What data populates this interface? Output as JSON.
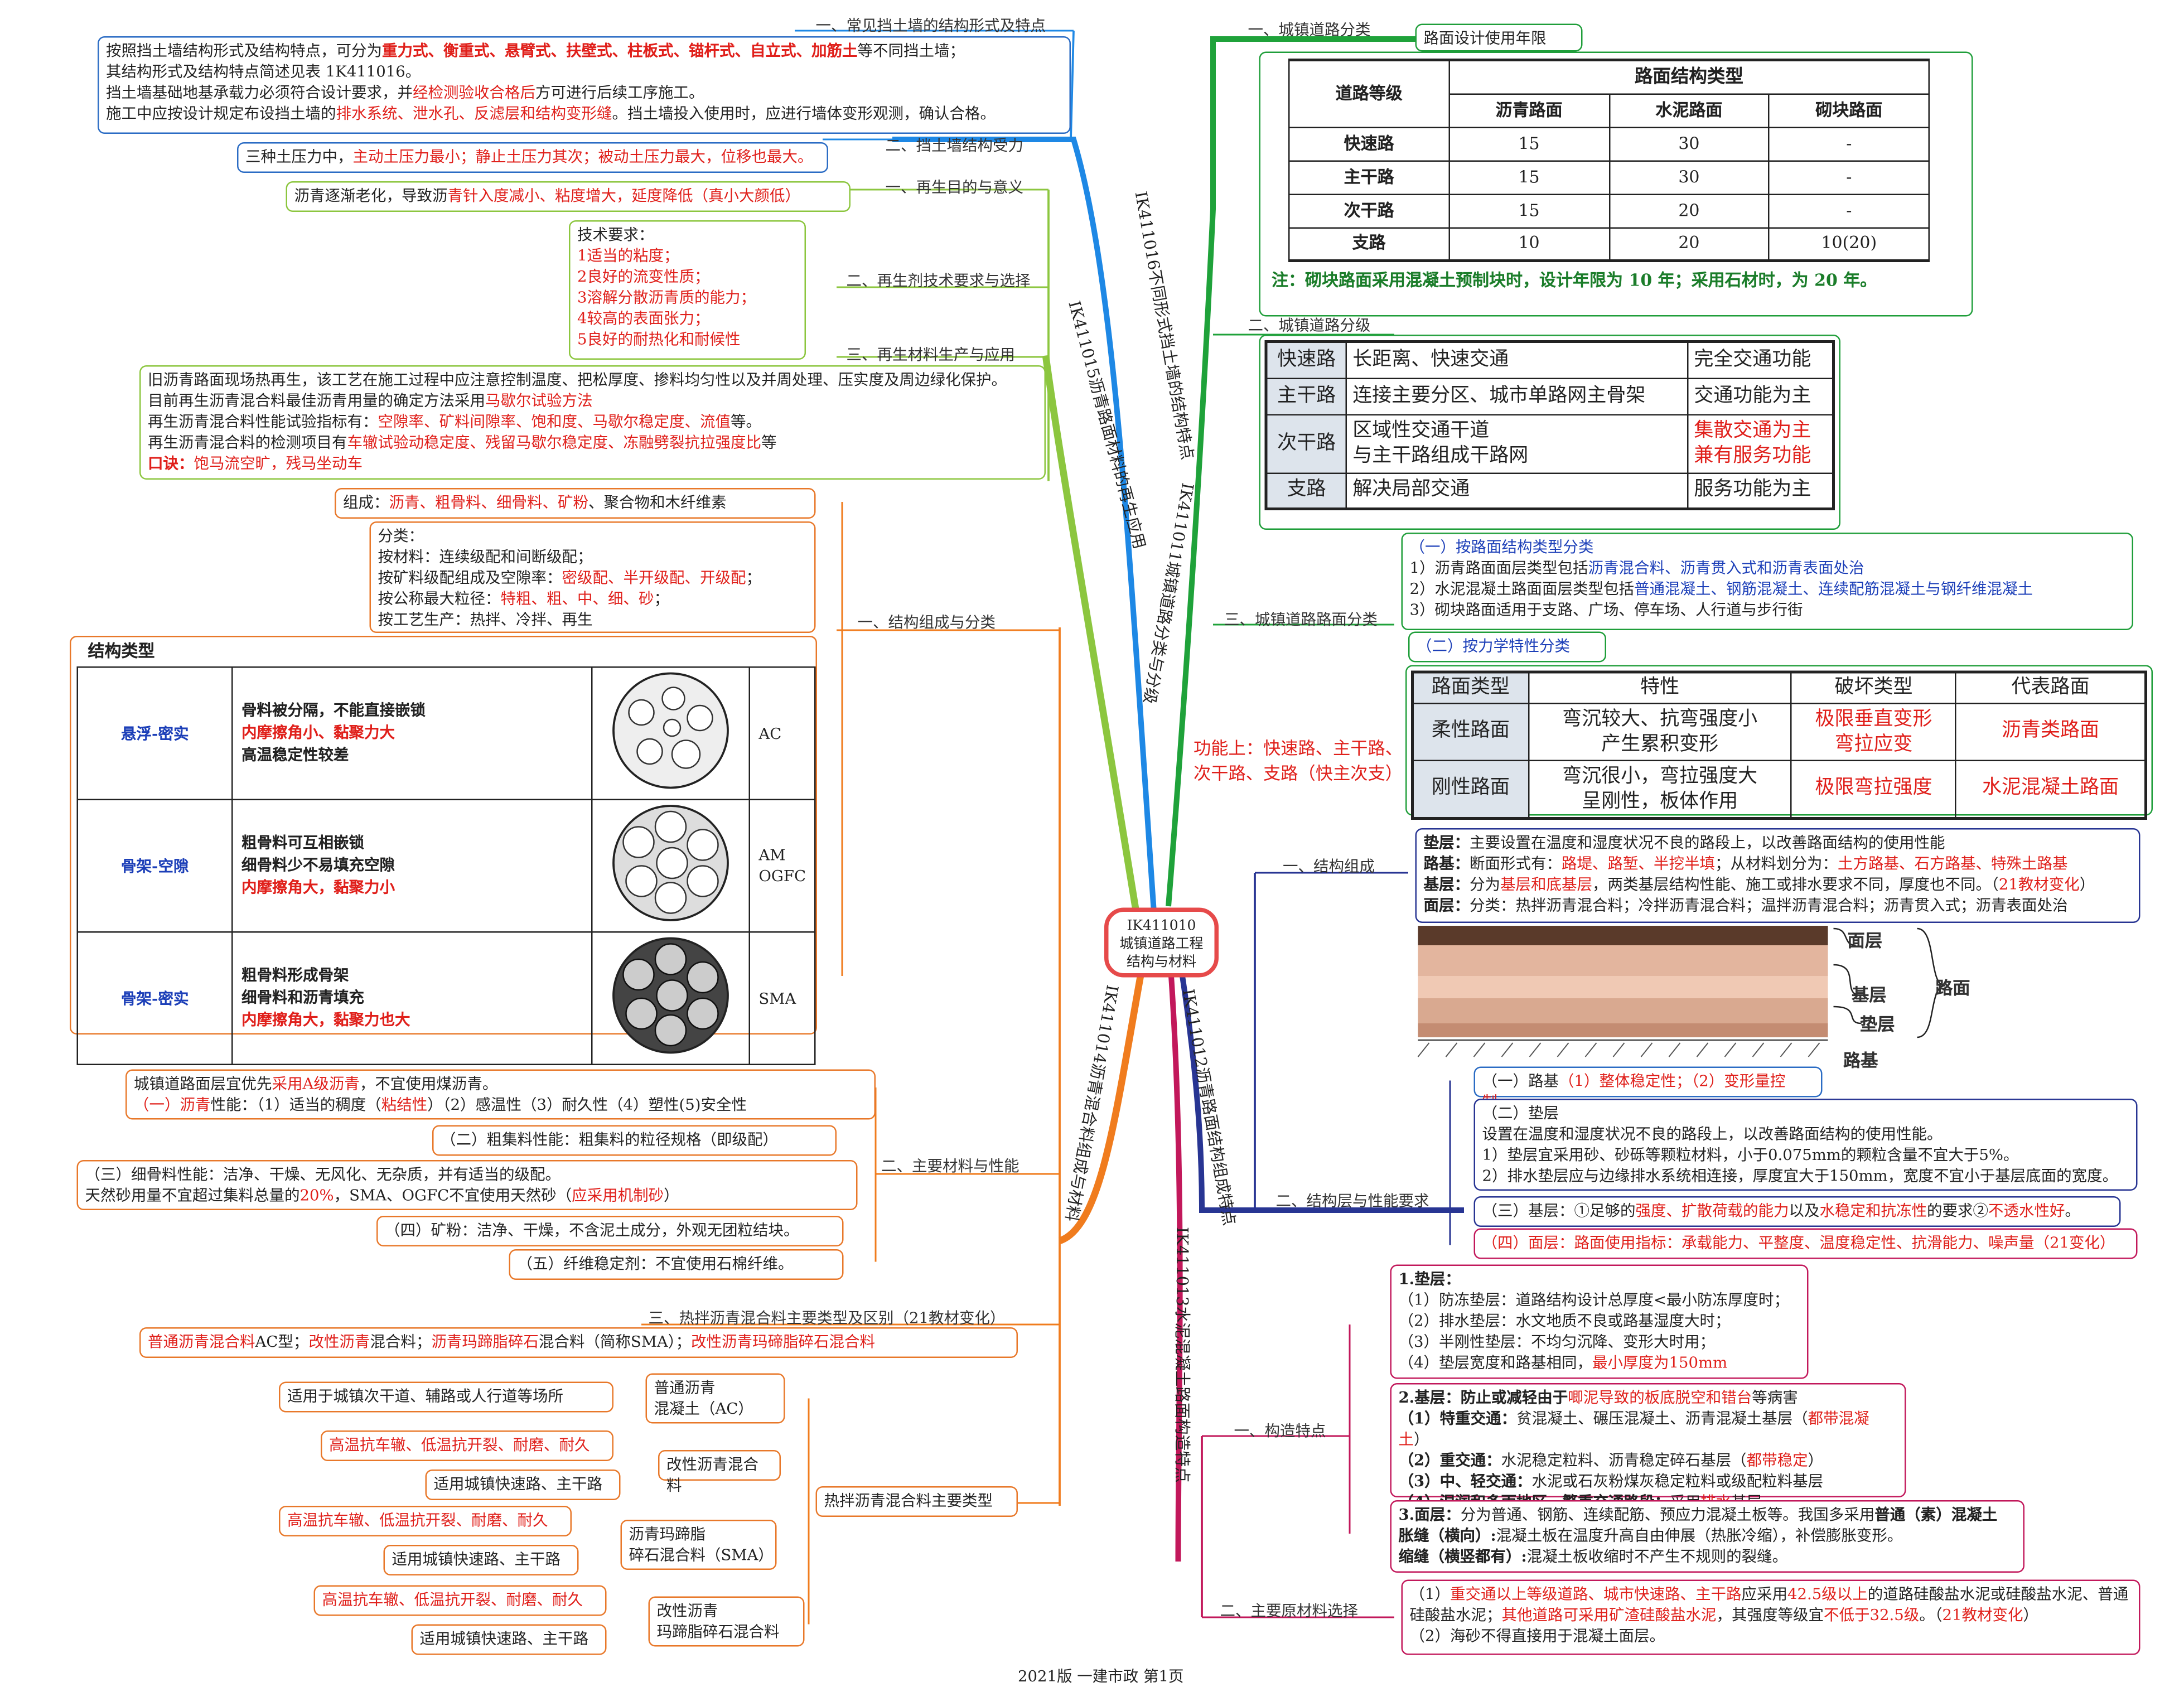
{
  "center": {
    "l1": "IK411010",
    "l2": "城镇道路工程",
    "l3": "结构与材料"
  },
  "branch_titles": {
    "b16": "IK411016不同形式挡土墙的结构特点",
    "b15": "IK411015沥青路面材料的再生应用",
    "b14": "IK411014沥青混合料组成与材料",
    "b11": "IK411011城镇道路分类与分级",
    "b12": "IK411012沥青路面结构组成特点",
    "b13": "IK411013水泥混凝土路面构造特点"
  },
  "left": {
    "s1_label": "一、常见挡土墙的结构形式及特点",
    "s1_box": [
      "按照挡土墙结构形式及结构特点，可分为",
      "重力式、衡重式、悬臂式、扶壁式、柱板式、锚杆式、自立式、加筋土",
      "等不同挡土墙；",
      "其结构形式及结构特点简述见表 1K411016。",
      "挡土墙基础地基承载力必须符合设计要求，并",
      "经检测验收合格后",
      "方可进行后续工序施工。",
      "施工中应按设计规定布设挡土墙的",
      "排水系统、泄水孔、反滤层和结构变形缝",
      "。挡土墙投入使用时，应进行墙体变形观测，确认合格。"
    ],
    "s2_label": "二、挡土墙结构受力",
    "s2_box": [
      "三种土压力中，",
      "主动土压力最小；静止土压力其次；被动土压力最大，位移也最大。"
    ],
    "r1_label": "一、再生目的与意义",
    "r1_box": [
      "沥青逐渐老化，导致沥",
      "青针入度减小、粘度增大，延度降低（真小大颜低）"
    ],
    "r2_label": "二、再生剂技术要求与选择",
    "r2_box": [
      "技术要求：",
      "1适当的粘度；",
      "2良好的流变性质；",
      "3溶解分散沥青质的能力；",
      "4较高的表面张力；",
      "5良好的耐热化和耐候性"
    ],
    "r3_label": "三、再生材料生产与应用",
    "r3_box": [
      "旧沥青路面现场热再生，该工艺在施工过程中应注意控制温度、把松厚度、掺料均匀性以及并周处理、压实度及周边绿化保护。",
      "目前再生沥青混合料最佳沥青用量的确定方法采用",
      "马歇尔试验方法",
      "再生沥青混合料性能试验指标有：",
      "空隙率、矿料间隙率、饱和度、马歇尔稳定度、流值",
      "等。",
      "再生沥青混合料的检测项目有",
      "车辙试验动稳定度、残留马歇尔稳定度、冻融劈裂抗拉强度比",
      "等",
      "口诀：",
      "饱马流空旷，残马坐动车"
    ],
    "m1_label": "一、结构组成与分类",
    "m1_comp": [
      "组成：",
      "沥青、粗骨料、细骨料、矿粉",
      "、聚合物和木纤维素"
    ],
    "m1_class": [
      "分类：",
      "按材料：连续级配和间断级配；",
      "按矿料级配组成及空隙率：",
      "密级配、半开级配、开级配",
      "；",
      "按公称最大粒径：",
      "特粗、粗、中、细、砂",
      "；",
      "按工艺生产：热拌、冷拌、再生"
    ],
    "struct_title": "结构类型",
    "struct_rows": [
      {
        "type": "悬浮-密实",
        "d1": "骨料被分隔，不能直接嵌锁",
        "d2": "内摩擦角小、黏聚力大",
        "d3": "高温稳定性较差",
        "code": "AC"
      },
      {
        "type": "骨架-空隙",
        "d1": "粗骨料可互相嵌锁",
        "d2": "细骨料少不易填充空隙",
        "d3": "内摩擦角大，黏聚力小",
        "code": "AM\nOGFC"
      },
      {
        "type": "骨架-密实",
        "d1": "粗骨料形成骨架",
        "d2": "细骨料和沥青填充",
        "d3": "内摩擦角大，黏聚力也大",
        "code": "SMA"
      }
    ],
    "m2_label": "二、主要材料与性能",
    "m2_asphalt": [
      "城镇道路面层宜优先",
      "采用A级沥青",
      "，不宜使用煤沥青。",
      "（一）沥青",
      "性能：（1）适当的稠度（",
      "粘结性",
      "）（2）感温性（3）耐久性（4）塑性(5)安全性"
    ],
    "m2_coarse": [
      "（二）",
      "粗集料性能：粗集料的粒径规格（即级配）"
    ],
    "m2_fine": [
      "（三）细骨料性能：洁净、干燥、无风化、无杂质，并有适当的级配。",
      "天然砂用量不宜超过集料总量的",
      "20%",
      "，SMA、OGFC不宜使用天然砂（",
      "应采用机制砂",
      "）"
    ],
    "m2_powder": "（四）矿粉：洁净、干燥，不含泥土成分，外观无团粒结块。",
    "m2_fiber": "（五）纤维稳定剂：不宜使用石棉纤维。",
    "m3_label": "三、热拌沥青混合料主要类型及区别（21教材变化）",
    "m3_box": [
      "普通沥青混合料",
      "AC型；",
      "改性沥青",
      "混合料；",
      "沥青玛蹄脂碎石",
      "混合料（简称SMA）；",
      "改性沥青玛碲脂碎石混合料"
    ],
    "hot_label": "热拌沥青混合料主要类型",
    "hot_types": [
      {
        "name": "普通沥青\n混凝土（AC）",
        "uses": [
          "适用于城镇次干道、辅路或人行道等场所"
        ]
      },
      {
        "name": "改性沥青混合料",
        "uses": [
          "高温抗车辙、低温抗开裂、耐磨、耐久",
          "适用城镇快速路、主干路"
        ]
      },
      {
        "name": "沥青玛蹄脂\n碎石混合料（SMA）",
        "uses": [
          "高温抗车辙、低温抗开裂、耐磨、耐久",
          "适用城镇快速路、主干路"
        ]
      },
      {
        "name": "改性沥青\n玛蹄脂碎石混合料",
        "uses": [
          "高温抗车辙、低温抗开裂、耐磨、耐久",
          "适用城镇快速路、主干路"
        ]
      }
    ]
  },
  "right": {
    "c1_label": "一、城镇道路分类",
    "c1_sub": "路面设计使用年限",
    "life_table": {
      "h1": "道路等级",
      "h2": "路面结构类型",
      "cols": [
        "沥青路面",
        "水泥路面",
        "砌块路面"
      ],
      "rows": [
        [
          "快速路",
          "15",
          "30",
          "-"
        ],
        [
          "主干路",
          "15",
          "30",
          "-"
        ],
        [
          "次干路",
          "15",
          "20",
          "-"
        ],
        [
          "支路",
          "10",
          "20",
          "10(20)"
        ]
      ],
      "note": "注：砌块路面采用混凝土预制块时，设计年限为 10 年；采用石材时，为 20 年。"
    },
    "c2_label": "二、城镇道路分级",
    "grade_rows": [
      [
        "快速路",
        "长距离、快速交通",
        "完全交通功能"
      ],
      [
        "主干路",
        "连接主要分区、城市单路网主骨架",
        "交通功能为主"
      ],
      [
        "次干路",
        "区域性交通干道\n与主干路组成干路网",
        "集散交通为主\n兼有服务功能"
      ],
      [
        "支路",
        "解决局部交通",
        "服务功能为主"
      ]
    ],
    "c3_label": "三、城镇道路路面分类",
    "c3_box": [
      "（一）按路面结构类型分类",
      "1）沥青路面",
      "面层类型包括",
      "沥青混合料、沥青贯入式和沥青表面处治",
      "2）水泥混凝土路面",
      "面层类型包括",
      "普通混凝土、钢筋混凝土、连续配筋混凝土与钢纤维混凝土",
      "3）砌块路面",
      "适用于支路、广场、停车场、人行道与步行街"
    ],
    "c3_sub2": "（二）按力学特性分类",
    "mech_table": {
      "head": [
        "路面类型",
        "特性",
        "破坏类型",
        "代表路面"
      ],
      "rows": [
        [
          "柔性路面",
          "弯沉较大、抗弯强度小\n产生累积变形",
          "极限垂直变形\n弯拉应变",
          "沥青类路面"
        ],
        [
          "刚性路面",
          "弯沉很小，弯拉强度大\n呈刚性，板体作用",
          "极限弯拉强度",
          "水泥混凝土路面"
        ]
      ]
    },
    "func_note": [
      "功能上：快速路、主干路、",
      "次干路、支路（快主次支）"
    ],
    "p1_label": "一、结构组成",
    "p1_box": [
      "垫层：",
      "主要设置在温度和湿度状况不良的路段上，以改善路面结构的使用性能",
      "路基：",
      "断面形式有：",
      "路堤、路堑、半挖半填",
      "；从材料划分为：",
      "土方路基、石方路基、特殊土路基",
      "基层：",
      "分为",
      "基层和底基层",
      "，两类基层结构性能、施工或排水要求不同，厚度也不同。（",
      "21教材变化",
      "）",
      "面层：",
      "分类：热拌沥青混合料；冷拌沥青混合料；温拌沥青混合料；沥青贯入式；沥青表面处治"
    ],
    "layer_labels": [
      "面层",
      "基层",
      "垫层",
      "路基",
      "路面"
    ],
    "p2_label": "二、结构层与性能要求",
    "p2_base": [
      "（一）路基",
      "（1）整体稳定性；（2）变形量控制。"
    ],
    "p2_cushion": [
      "（二）垫层",
      "设置在温度和湿度状况不良的路段上，以改善路面结构的使用性能。",
      "1）垫层宜采用砂、砂砾等颗粒材料，小于0.075mm的颗粒含量不宜大于5%。",
      "2）排水垫层应与边缘排水系统相连接，厚度宜大于150mm，宽度不宜小于基层底面的宽度。"
    ],
    "p2_basel": [
      "（三）基层：①足够的",
      "强度、扩散荷载的能力",
      "以及",
      "水稳定和抗冻性",
      "的要求②",
      "不透水性好",
      "。"
    ],
    "p2_surface": [
      "（四）面层：",
      "路面使用指标：承载能力、平整度、温度稳定性、抗滑能力、噪声量（21变化）"
    ],
    "k1_label": "一、构造特点",
    "k1_cushion": [
      "1.垫层：",
      "（1）防冻垫层：道路结构设计总厚度<最小防冻厚度时；",
      "（2）排水垫层：水文地质不良或路基湿度大时；",
      "（3）半刚性垫层：不均匀沉降、变形大时用；",
      "（4）垫层宽度和路基相同，",
      "最小厚度为150mm"
    ],
    "k1_base": [
      "2.基层：防止或减轻由于",
      "唧泥导致的板底脱空和错台",
      "等病害",
      "（1）特重交通：",
      "贫混凝土、碾压混凝土、沥青混凝土基层（",
      "都带混凝土",
      "）",
      "（2）重交通：",
      "水泥稳定粒料、沥青稳定碎石基层（",
      "都带稳定",
      "）",
      "（3）中、轻交通：",
      "水泥或石灰粉煤灰稳定粒料或级配粒料基层",
      "（4）湿润和多雨地区，繁重交通路段：",
      "采用",
      "排水",
      "基层"
    ],
    "k1_surface": [
      "3.面层：",
      "分为普通、钢筋、连续配筋、预应力混凝土板等。我国多采用",
      "普通（素）混凝土",
      "胀缝（横向）:",
      "混凝土板在温度升高自由伸展（热胀冷缩），补偿膨胀变形。",
      "缩缝（横竖都有）:",
      "混凝土板收缩时不产生不规则的裂缝。"
    ],
    "k2_label": "二、主要原材料选择",
    "k2_box": [
      "（1）",
      "重交通以上等级道路、城市快速路、主干路",
      "应采用",
      "42.5级以上",
      "的道路硅酸盐水泥或硅酸盐水泥、普通",
      "硅酸盐水泥；",
      "其他道路可采用",
      "矿渣硅酸盐水泥",
      "，其强度等级宜",
      "不低于32.5级",
      "。（",
      "21教材变化",
      "）",
      "（2）海砂不得直接用于混凝土面层。"
    ]
  },
  "footer": "2021版 一建市政 第1页"
}
